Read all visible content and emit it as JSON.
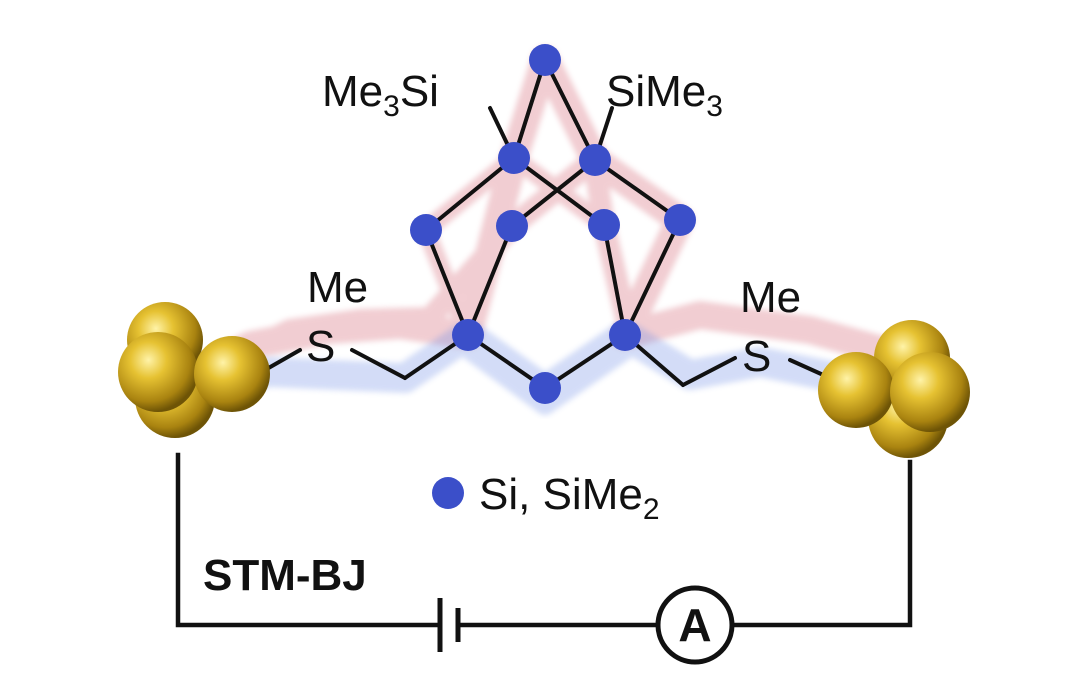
{
  "labels": {
    "trimethylsilyl_left": {
      "main": "Me",
      "sub": "3",
      "tail": "Si"
    },
    "trimethylsilyl_right": {
      "main": "SiMe",
      "sub": "3"
    },
    "thioether_left": {
      "methyl": "Me",
      "sulfur": "S"
    },
    "thioether_right": {
      "methyl": "Me",
      "sulfur": "S"
    },
    "legend": {
      "main": "Si, SiMe",
      "sub": "2"
    },
    "technique": "STM-BJ",
    "ammeter": "A"
  },
  "colors": {
    "silicon_atom": "#3b4fc9",
    "gold_electrode": "#d9b21f",
    "bond": "#111111",
    "pathway_red": "#d66a78",
    "pathway_blue": "#6f8ee6",
    "background": "#ffffff"
  }
}
